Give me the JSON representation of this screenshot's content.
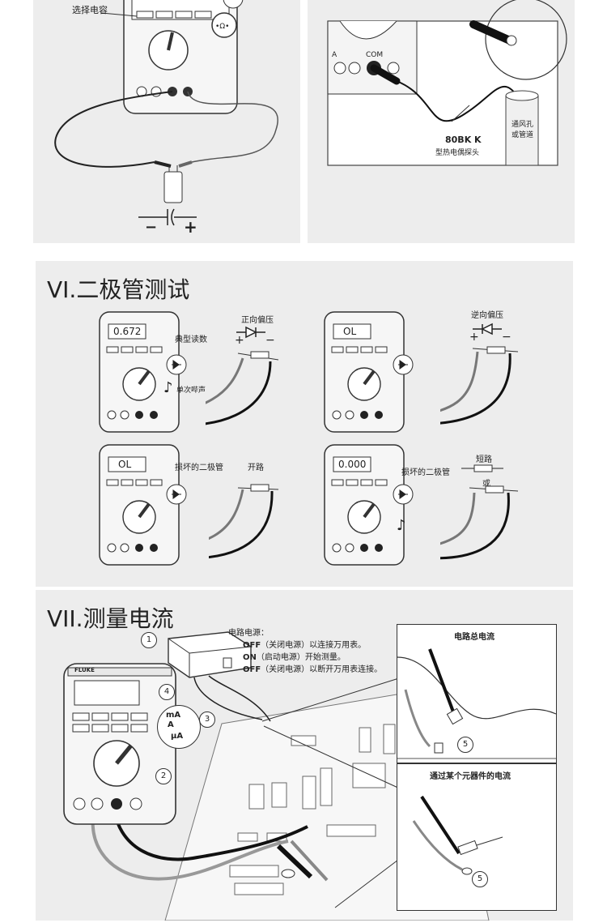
{
  "top_left": {
    "label_select_cap": "选择电容",
    "polarity_minus": "−",
    "polarity_plus": "+"
  },
  "top_right": {
    "probe_model": "80BK K",
    "probe_type": "型热电偶探头",
    "vent_line1": "通风孔",
    "vent_line2": "或管道",
    "jack_com": "COM",
    "jack_a": "A"
  },
  "diode_section": {
    "title": "VI.二极管测试",
    "forward": {
      "reading": "0.672",
      "typical": "典型读数",
      "bias": "正向偏压",
      "beep": "单次哔声"
    },
    "reverse": {
      "reading": "OL",
      "bias": "逆向偏压"
    },
    "open": {
      "reading": "OL",
      "bad": "损坏的二极管",
      "state": "开路"
    },
    "short": {
      "reading": "0.000",
      "bad": "损坏的二极管",
      "state": "短路",
      "or": "或"
    }
  },
  "current_section": {
    "title": "VII.测量电流",
    "power_label": "电路电源：",
    "steps": [
      {
        "key": "OFF",
        "text": "（关闭电源）以连接万用表。"
      },
      {
        "key": "ON",
        "text": "（启动电源）开始测量。"
      },
      {
        "key": "OFF",
        "text": "（关闭电源）以断开万用表连接。"
      }
    ],
    "callouts": [
      "1",
      "2",
      "3",
      "4",
      "5"
    ],
    "range_ma": "mA",
    "range_a": "A",
    "range_ua": "µA",
    "brand": "FLUKE",
    "box_total": "电路总电流",
    "box_component": "通过某个元器件的电流"
  }
}
